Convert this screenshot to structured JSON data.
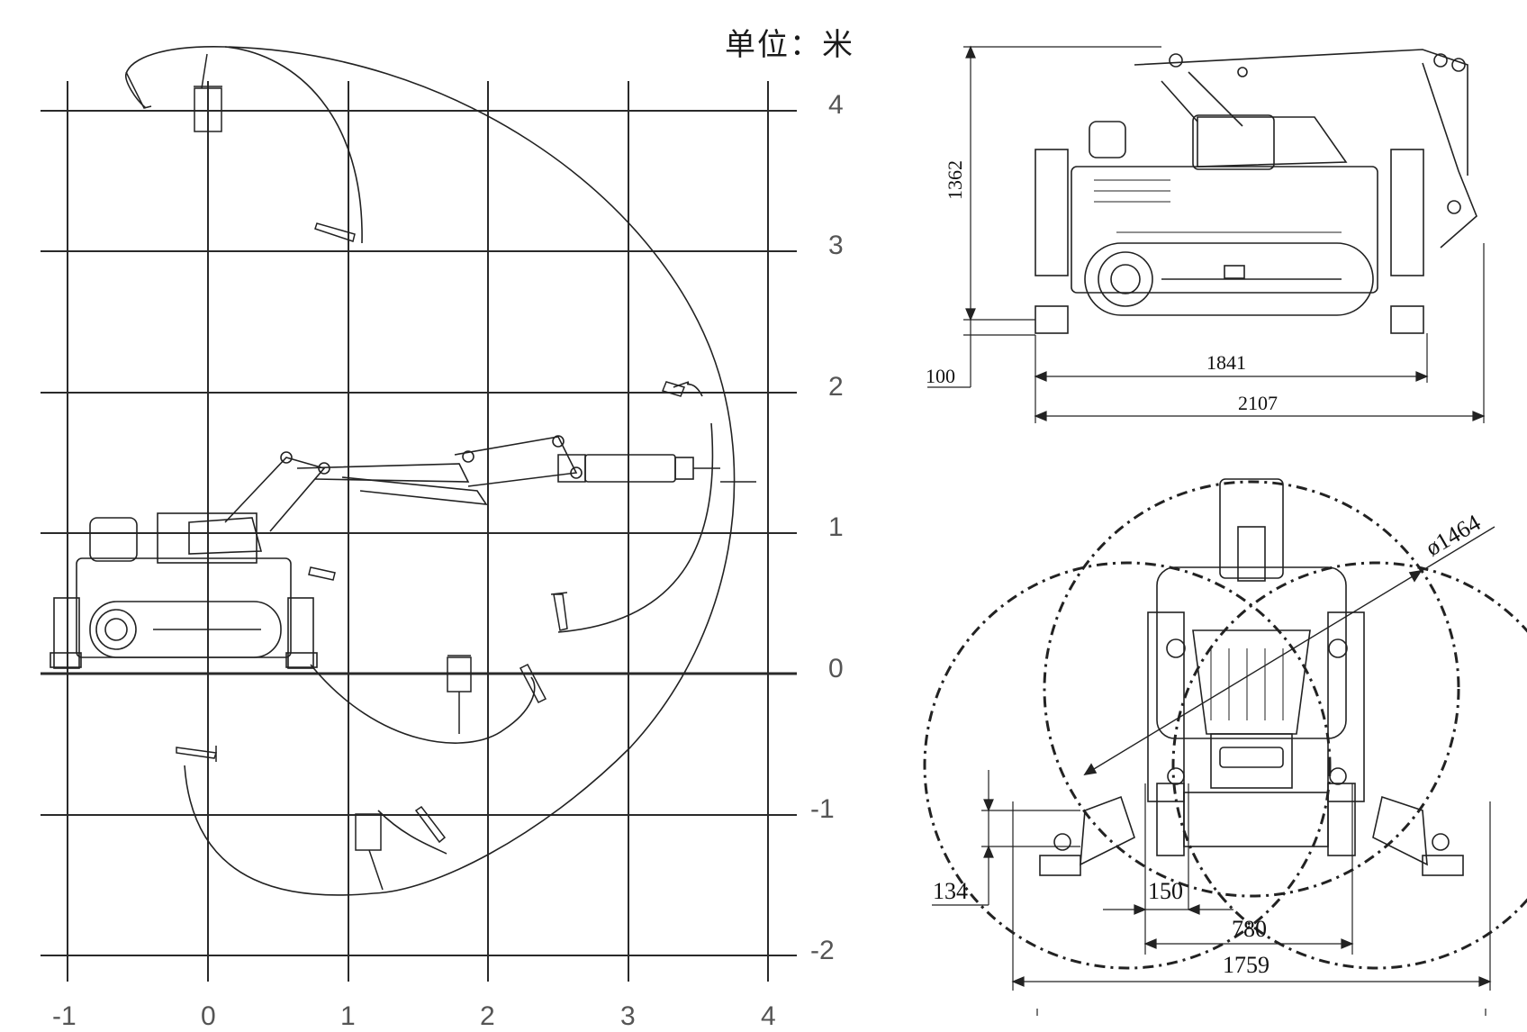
{
  "unit_label": "单位：米",
  "reach_chart": {
    "x_ticks": [
      "-1",
      "0",
      "1",
      "2",
      "3",
      "4"
    ],
    "y_ticks": [
      "4",
      "3",
      "2",
      "1",
      "0",
      "-1",
      "-2"
    ]
  },
  "side_view": {
    "height_dim": "1362",
    "outrigger_dim": "100",
    "track_length_dim": "1841",
    "overall_length_dim": "2107"
  },
  "front_view": {
    "slew_diameter_dim": "ø1464",
    "ground_dim": "134",
    "offset_dim": "150",
    "track_width_dim": "780",
    "outrigger_width_dim": "1759"
  },
  "colors": {
    "line": "#1a1a1a",
    "grid": "#2a2a2a",
    "background": "#ffffff"
  }
}
